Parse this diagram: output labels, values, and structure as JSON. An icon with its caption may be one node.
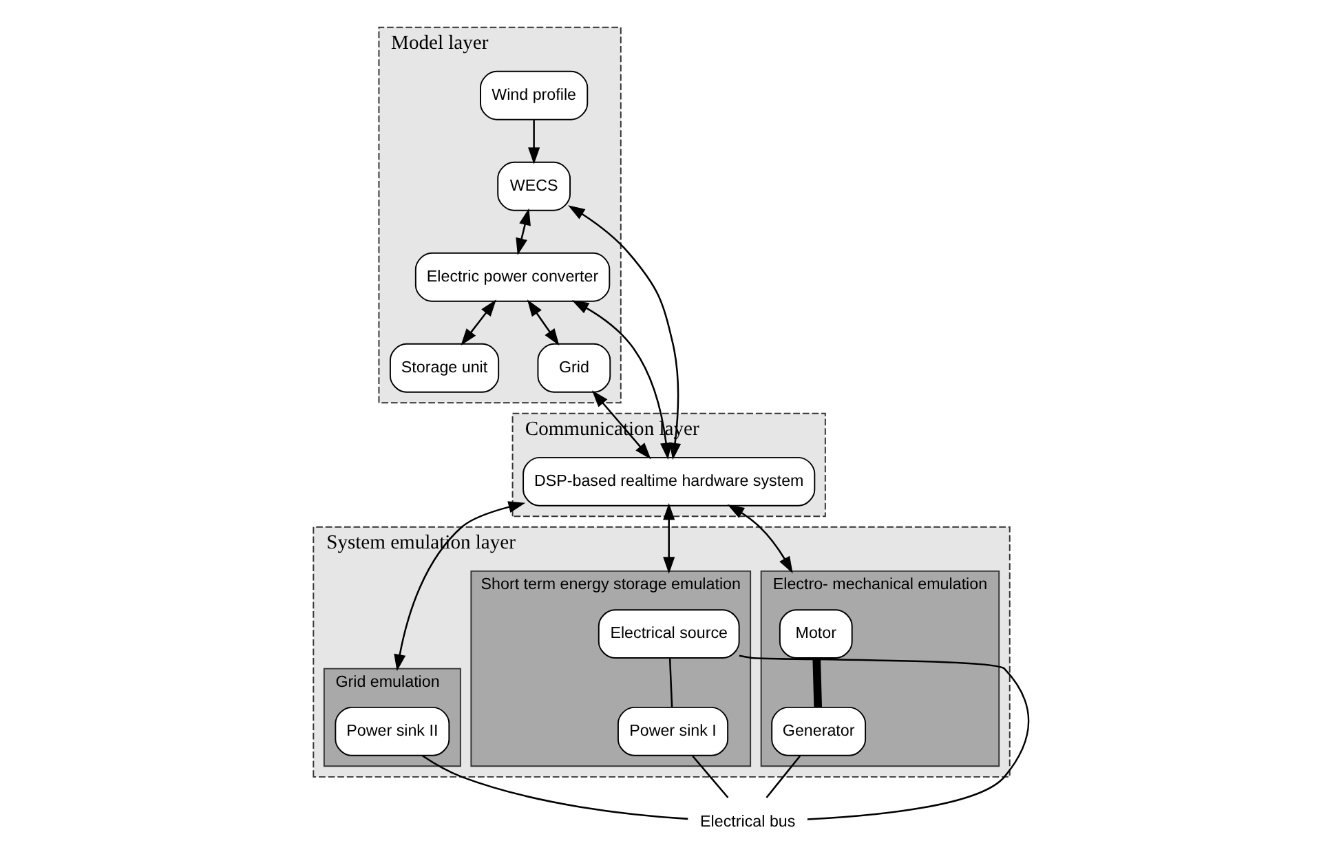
{
  "diagram": {
    "nodes": [
      {
        "text": [
          "Model layer"
        ]
      },
      {
        "text": [
          "Storage unit"
        ],
        "in": 0
      },
      {
        "text": [
          "Wind profile"
        ],
        "in": 0
      },
      {
        "text": [
          "WECS"
        ],
        "in": 0
      },
      {
        "text": [
          "Electric power converter"
        ],
        "in": 0
      },
      {
        "text": [
          "Grid"
        ],
        "in": 0
      },
      {
        "text": [
          "Communication layer"
        ]
      },
      {
        "text": [
          "DSP-based realtime hardware system"
        ],
        "in": 6
      },
      {
        "text": [
          "System emulation layer"
        ]
      },
      {
        "text": [
          "Electro- mechanical emulation"
        ],
        "in": 8
      },
      {
        "text": [
          "Motor"
        ],
        "in": 9
      },
      {
        "text": [
          "Generator"
        ],
        "in": 9
      },
      {
        "text": [
          "Short term energy storage emulation"
        ],
        "in": 8
      },
      {
        "text": [
          "Electrical source"
        ],
        "in": 12
      },
      {
        "text": [
          "Power sink I"
        ],
        "in": 12
      },
      {
        "text": [
          "Grid emulation"
        ],
        "in": 8
      },
      {
        "text": [
          "Power sink II"
        ],
        "in": 15
      },
      {
        "text": [
          "Electrical bus"
        ]
      }
    ],
    "edges": [
      {
        "from": 2,
        "to": 3,
        "arrow": "to"
      },
      {
        "from": 3,
        "to": 4,
        "arrow": "both"
      },
      {
        "from": 4,
        "to": 1,
        "arrow": "both"
      },
      {
        "from": 4,
        "to": 5,
        "arrow": "both"
      },
      {
        "from": 3,
        "to": 7,
        "arrow": "both"
      },
      {
        "from": 4,
        "to": 7,
        "arrow": "both"
      },
      {
        "from": 5,
        "to": 7,
        "arrow": "both"
      },
      {
        "from": 7,
        "to": 9,
        "arrow": "both"
      },
      {
        "from": 7,
        "to": 12,
        "arrow": "both"
      },
      {
        "from": 7,
        "to": 15,
        "arrow": "both"
      },
      {
        "from": 10,
        "to": 11,
        "arrow": "none",
        "style": "thick"
      },
      {
        "from": 13,
        "to": 14,
        "arrow": "none"
      },
      {
        "from": 11,
        "to": 17,
        "arrow": "none"
      },
      {
        "from": 13,
        "to": 17,
        "arrow": "none"
      },
      {
        "from": 14,
        "to": 17,
        "arrow": "none"
      },
      {
        "from": 16,
        "to": 17,
        "arrow": "none"
      }
    ]
  }
}
